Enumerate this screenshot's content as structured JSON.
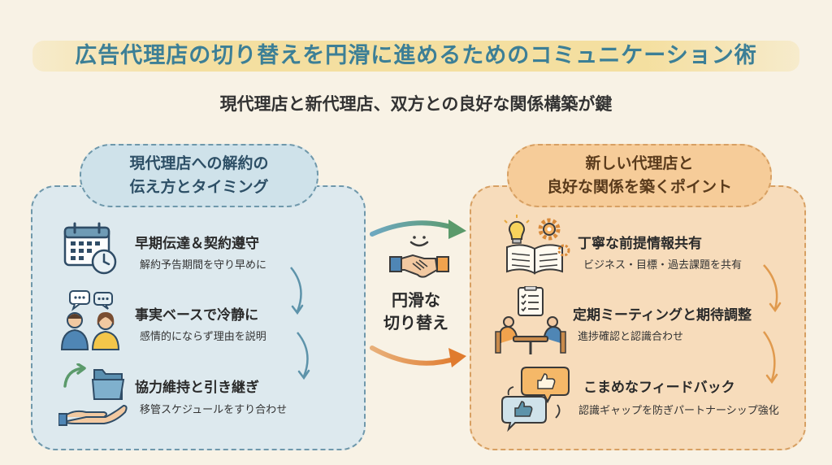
{
  "title": "広告代理店の切り替えを円滑に進めるためのコミュニケーション術",
  "subtitle": "現代理店と新代理店、双方との良好な関係構築が鍵",
  "left_panel": {
    "heading_line1": "現代理店への解約の",
    "heading_line2": "伝え方とタイミング",
    "items": [
      {
        "title": "早期伝達＆契約遵守",
        "desc": "解約予告期間を守り早めに",
        "icon": "calendar-clock-icon"
      },
      {
        "title": "事実ベースで冷静に",
        "desc": "感情的にならず理由を説明",
        "icon": "conversation-people-icon"
      },
      {
        "title": "協力維持と引き継ぎ",
        "desc": "移管スケジュールをすり合わせ",
        "icon": "folder-handover-icon"
      }
    ]
  },
  "center": {
    "label_line1": "円滑な",
    "label_line2": "切り替え",
    "icon": "handshake-icon"
  },
  "right_panel": {
    "heading_line1": "新しい代理店と",
    "heading_line2": "良好な関係を築くポイント",
    "items": [
      {
        "title": "丁寧な前提情報共有",
        "desc": "ビジネス・目標・過去課題を共有",
        "icon": "book-idea-gear-icon"
      },
      {
        "title": "定期ミーティングと期待調整",
        "desc": "進捗確認と認識合わせ",
        "icon": "meeting-table-icon"
      },
      {
        "title": "こまめなフィードバック",
        "desc": "認識ギャップを防ぎパートナーシップ強化",
        "icon": "feedback-thumbs-icon"
      }
    ]
  },
  "colors": {
    "title": "#3c7f96",
    "left_panel_bg": "#dde9ee",
    "right_panel_bg": "#f7dcbb",
    "arrow_blue": "#5d93aa",
    "arrow_orange": "#e09a4e"
  }
}
